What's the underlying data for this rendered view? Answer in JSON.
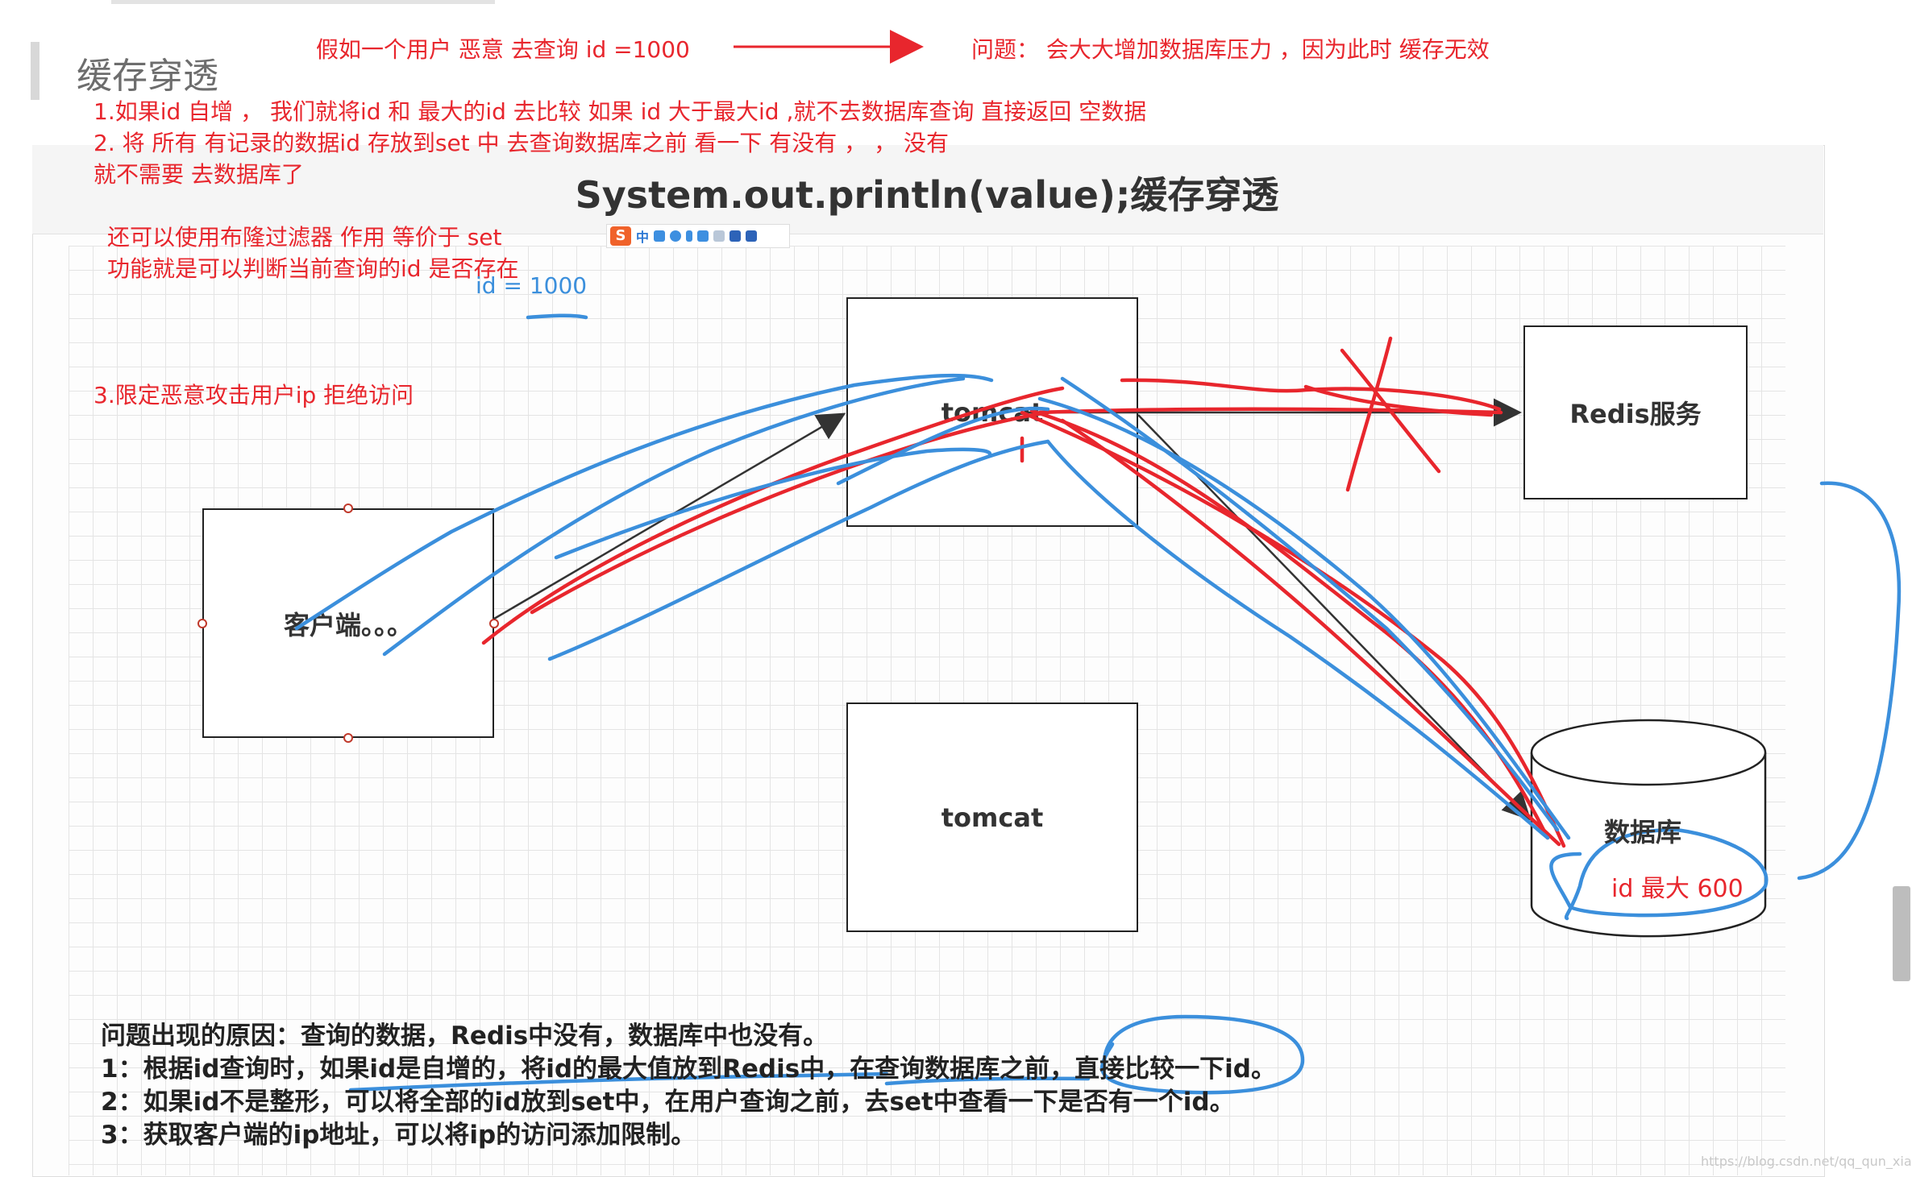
{
  "header": {
    "section_title": "缓存穿透"
  },
  "notes": {
    "scenario": "假如一个用户  恶意 去查询 id =1000",
    "problem": "问题：  会大大增加数据库压力   ，因为此时  缓存无效",
    "solution_1": "1.如果id  自增 ，  我们就将id  和 最大的id 去比较  如果  id 大于最大id  ,就不去数据库查询 直接返回  空数据",
    "solution_2_line1": "2. 将 所有 有记录的数据id  存放到set  中 去查询数据库之前 看一下 有没有   ，  ，  没有",
    "solution_2_line2": "就不需要 去数据库了",
    "bloom_line1": "还可以使用布隆过滤器 作用 等价于 set",
    "bloom_line2": "功能就是可以判断当前查询的id 是否存在",
    "request_id": "id  = 1000",
    "solution_3": "3.限定恶意攻击用户ip  拒绝访问",
    "db_max_id": "id 最大 600"
  },
  "canvas": {
    "code_title": "System.out.println(value);缓存穿透",
    "ime_toolbar": {
      "logo": "S",
      "mode": "中",
      "icons": [
        "punctuation-icon",
        "emoji-icon",
        "microphone-icon",
        "keyboard-icon",
        "user-icon",
        "skin-icon",
        "grid-icon"
      ]
    }
  },
  "diagram": {
    "nodes": {
      "client": "客户端。。。",
      "tomcat_top": "tomcat",
      "tomcat_bottom": "tomcat",
      "redis": "Redis服务",
      "database": "数据库"
    },
    "edges": [
      {
        "from": "client",
        "to": "tomcat_top"
      },
      {
        "from": "tomcat_top",
        "to": "redis",
        "blocked": true
      },
      {
        "from": "tomcat_top",
        "to": "database"
      }
    ],
    "annotation_colors": {
      "red": "#e8262d",
      "blue": "#3b8fdc",
      "line": "#333333"
    }
  },
  "bottom_text": {
    "line1": "问题出现的原因：查询的数据，Redis中没有，数据库中也没有。",
    "line2": "1：根据id查询时，如果id是自增的，将id的最大值放到Redis中，在查询数据库之前，直接比较一下id。",
    "line3": "2：如果id不是整形，可以将全部的id放到set中，在用户查询之前，去set中查看一下是否有一个id。",
    "line4": "3：获取客户端的ip地址，可以将ip的访问添加限制。"
  },
  "footer": {
    "watermark": "https://blog.csdn.net/qq_qun_xiang"
  }
}
